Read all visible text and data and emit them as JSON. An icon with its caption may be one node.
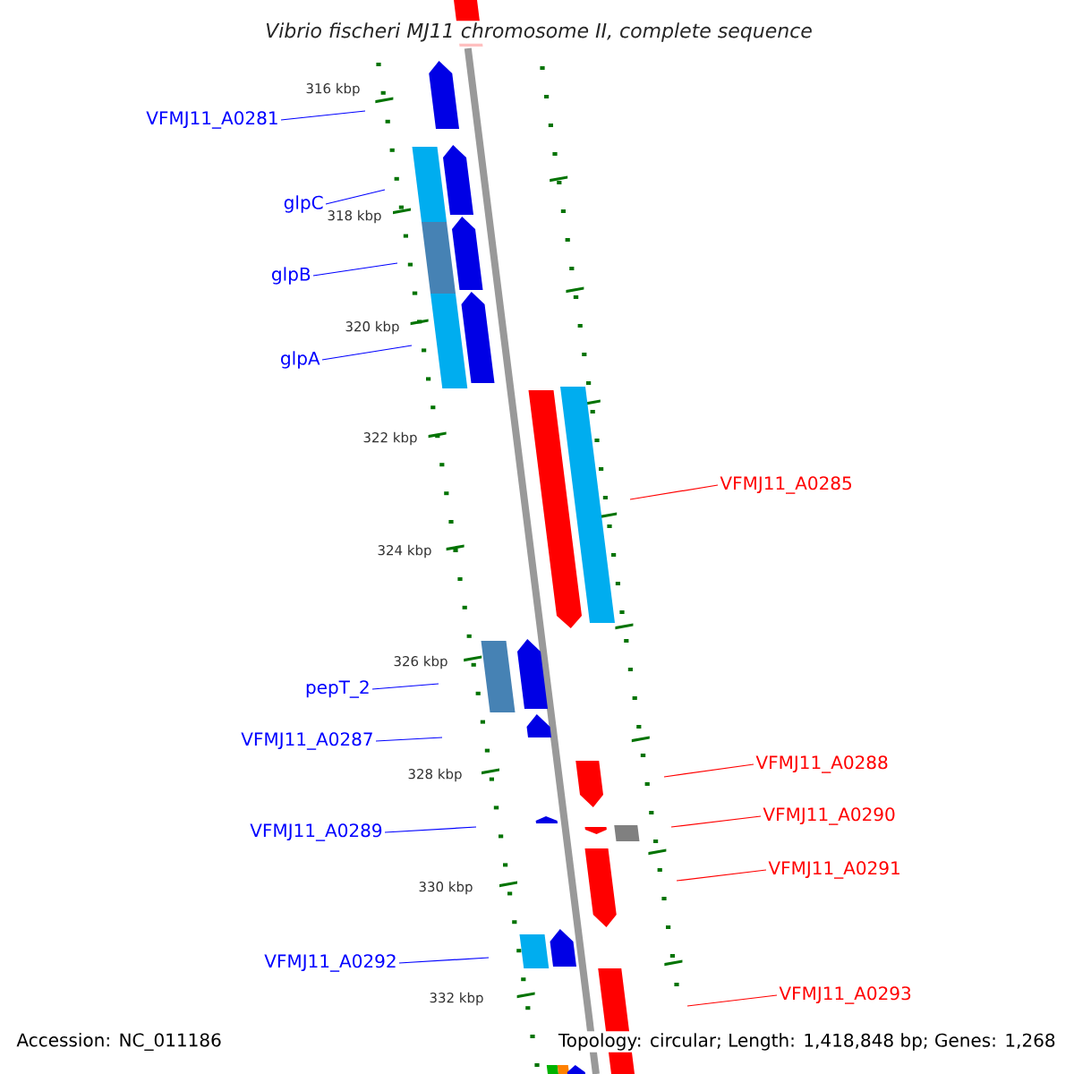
{
  "diagram": {
    "title": "Vibrio fischeri MJ11 chromosome II, complete sequence",
    "nodes": [
      {
        "text": [
          "VFMJ11_A0281"
        ]
      },
      {
        "text": [
          "glpC"
        ]
      },
      {
        "text": [
          "glpB"
        ]
      },
      {
        "text": [
          "glpA"
        ]
      },
      {
        "text": [
          "VFMJ11_A0285"
        ]
      },
      {
        "text": [
          "pepT_2"
        ]
      },
      {
        "text": [
          "VFMJ11_A0287"
        ]
      },
      {
        "text": [
          "VFMJ11_A0288"
        ]
      },
      {
        "text": [
          "VFMJ11_A0289"
        ]
      },
      {
        "text": [
          "VFMJ11_A0290"
        ]
      },
      {
        "text": [
          "VFMJ11_A0291"
        ]
      },
      {
        "text": [
          "VFMJ11_A0292"
        ]
      },
      {
        "text": [
          "VFMJ11_A0293"
        ]
      }
    ],
    "edges": [
      {
        "from": 0,
        "to": null,
        "arrow": "none"
      },
      {
        "from": 1,
        "to": null,
        "arrow": "none"
      },
      {
        "from": 2,
        "to": null,
        "arrow": "none"
      },
      {
        "from": 3,
        "to": null,
        "arrow": "none"
      },
      {
        "from": 4,
        "to": null,
        "arrow": "none",
        "color": "#ff0000"
      },
      {
        "from": 5,
        "to": null,
        "arrow": "none"
      },
      {
        "from": 6,
        "to": null,
        "arrow": "none"
      },
      {
        "from": 7,
        "to": null,
        "arrow": "none",
        "color": "#ff0000"
      },
      {
        "from": 8,
        "to": null,
        "arrow": "none"
      },
      {
        "from": 9,
        "to": null,
        "arrow": "none",
        "color": "#ff0000"
      },
      {
        "from": 10,
        "to": null,
        "arrow": "none",
        "color": "#ff0000"
      },
      {
        "from": 11,
        "to": null,
        "arrow": "none"
      },
      {
        "from": 12,
        "to": null,
        "arrow": "none",
        "color": "#ff0000"
      }
    ],
    "labels": [
      "316 kbp",
      "318 kbp",
      "320 kbp",
      "322 kbp",
      "324 kbp",
      "326 kbp",
      "328 kbp",
      "330 kbp",
      "332 kbp",
      "Accession: NC_011186",
      "Topology: circular; Length: 1,418,848 bp; Genes: 1,268"
    ]
  }
}
